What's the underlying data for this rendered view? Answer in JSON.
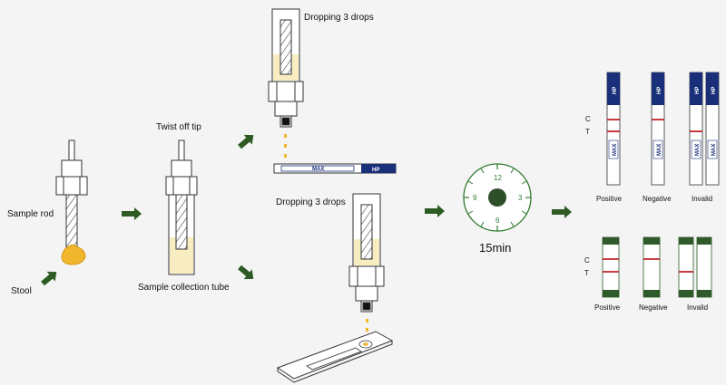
{
  "labels": {
    "sample_rod": "Sample rod",
    "stool": "Stool",
    "twist_off_tip": "Twist off tip",
    "sample_collection_tube": "Sample collection tube",
    "dropping_top": "Dropping 3 drops",
    "dropping_bottom": "Dropping 3 drops",
    "time": "15min",
    "strip_label": "HP",
    "strip_max": "MAX",
    "control": "C",
    "test": "T"
  },
  "clock": {
    "n12": "12",
    "n3": "3",
    "n6": "6",
    "n9": "9"
  },
  "results_strip": {
    "positive": "Positive",
    "negative": "Negative",
    "invalid": "Invalid"
  },
  "results_cassette": {
    "positive": "Positive",
    "negative": "Negative",
    "invalid": "Invalid"
  },
  "colors": {
    "arrow": "#2e5a23",
    "sample": "#f1b62c",
    "liquid": "#f7edc0",
    "line_red": "#c0242b",
    "strip_blue": "#1a2f7a",
    "cassette_green": "#2f5a2a",
    "clock_green": "#2f7a2f"
  }
}
